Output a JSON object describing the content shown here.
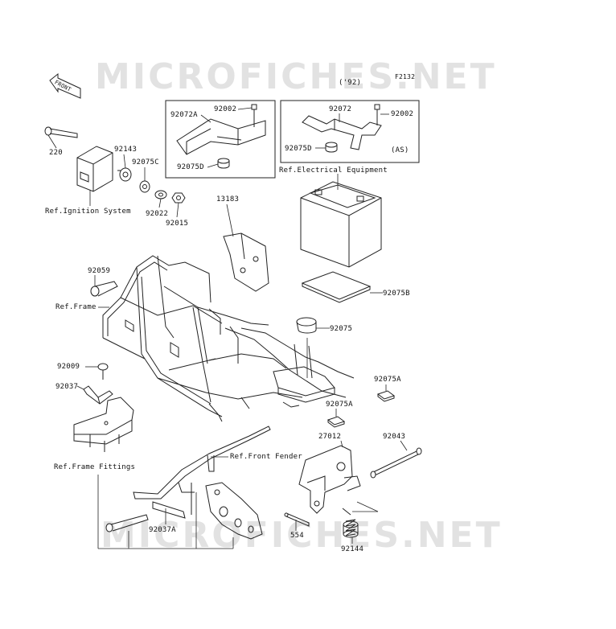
{
  "diagram_code": "F2132",
  "year_note": "('92)",
  "as_note": "(AS)",
  "watermark": "MICROFICHES.NET",
  "front_arrow_label": "FRONT",
  "labels": {
    "p92072a": "92072A",
    "p92002_left": "92002",
    "p92075d_left": "92075D",
    "p92072": "92072",
    "p92002_right": "92002",
    "p92075d_right": "92075D",
    "ref_electrical": "Ref.Electrical Equipment",
    "p220": "220",
    "p92143": "92143",
    "p92075c": "92075C",
    "ref_ignition": "Ref.Ignition System",
    "p92022": "92022",
    "p92015": "92015",
    "p13183": "13183",
    "p92059": "92059",
    "ref_frame": "Ref.Frame",
    "p92075b": "92075B",
    "p92075": "92075",
    "p92009": "92009",
    "p92037": "92037",
    "p92075a_right": "92075A",
    "p92075a_mid": "92075A",
    "p27012": "27012",
    "p92043": "92043",
    "ref_front_fender": "Ref.Front Fender",
    "ref_frame_fittings": "Ref.Frame Fittings",
    "p92037a": "92037A",
    "p554": "554",
    "p92144": "92144"
  }
}
